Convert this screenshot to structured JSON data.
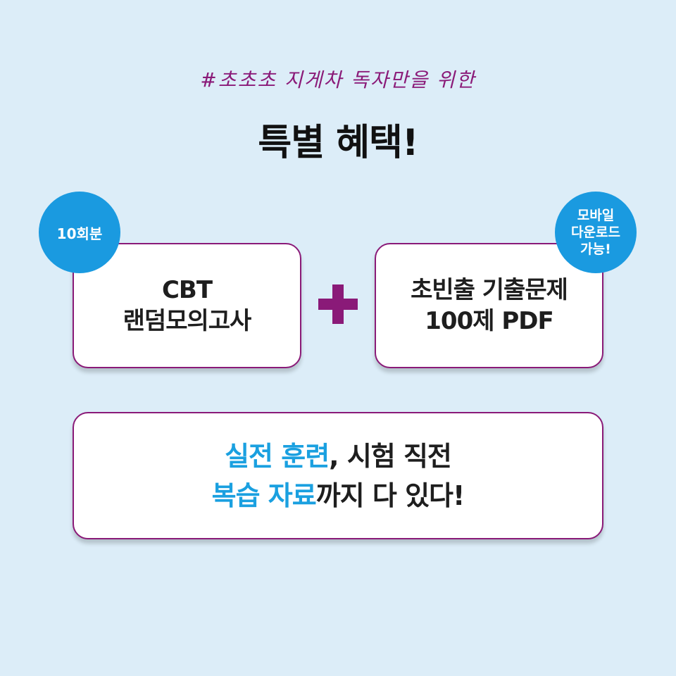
{
  "subtitle": "#초초초 지게차 독자만을 위한",
  "title": "특별 혜택!",
  "left_card": {
    "badge": "10회분",
    "line1": "CBT",
    "line2": "랜덤모의고사"
  },
  "right_card": {
    "badge_line1": "모바일",
    "badge_line2": "다운로드",
    "badge_line3": "가능!",
    "line1": "초빈출 기출문제",
    "line2": "100제 PDF"
  },
  "bottom_card": {
    "line1_highlight": "실전 훈련",
    "line1_rest": ", 시험 직전",
    "line2_highlight": "복습 자료",
    "line2_rest": "까지 다 있다!"
  },
  "colors": {
    "background": "#dcedf8",
    "accent_purple": "#8a1a78",
    "accent_blue": "#1aa0e0",
    "badge_blue": "#1a9ae0"
  }
}
